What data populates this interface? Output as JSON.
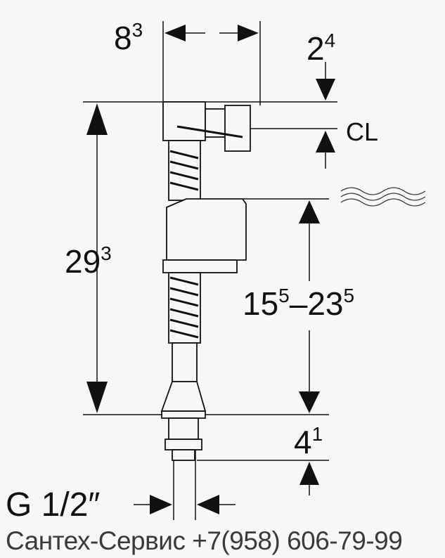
{
  "dimensions": {
    "width_top": {
      "base": "8",
      "sup": "3"
    },
    "offset_top": {
      "base": "2",
      "sup": "4"
    },
    "cl_label": "CL",
    "total_height": {
      "base": "29",
      "sup": "3"
    },
    "float_range": {
      "base1": "15",
      "sup1": "5",
      "dash": "–",
      "base2": "23",
      "sup2": "5"
    },
    "thread_length": {
      "base": "4",
      "sup": "1"
    },
    "thread_label": "G 1/2″"
  },
  "watermark": "Сантех-Сервис +7(958) 606-79-99"
}
